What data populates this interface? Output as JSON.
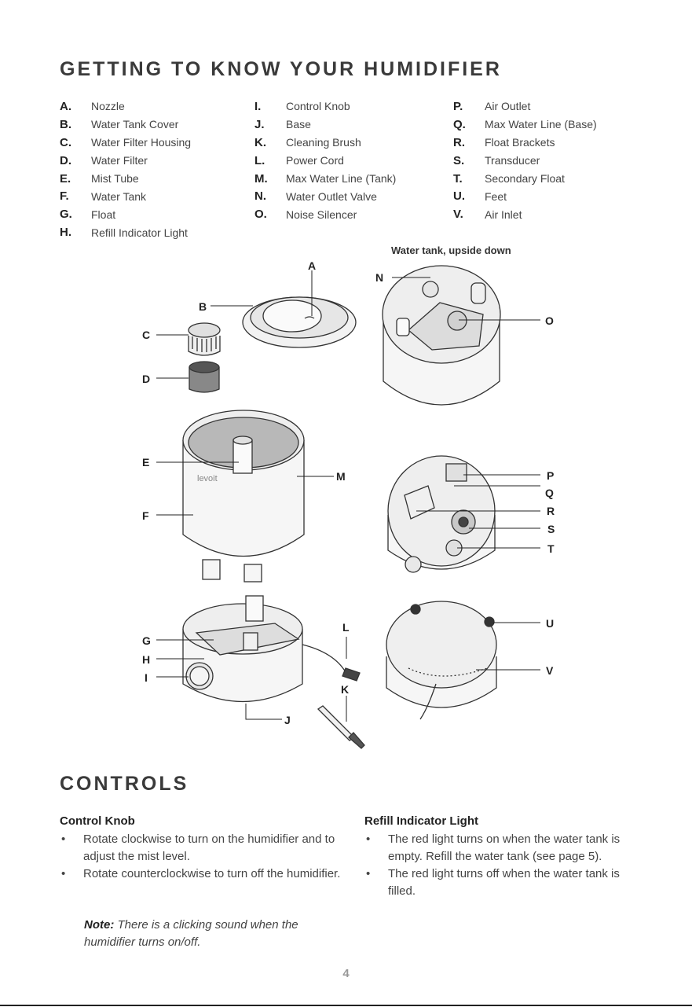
{
  "section_title": "GETTING TO KNOW YOUR HUMIDIFIER",
  "parts": {
    "col1": [
      {
        "letter": "A.",
        "name": "Nozzle"
      },
      {
        "letter": "B.",
        "name": "Water Tank Cover"
      },
      {
        "letter": "C.",
        "name": "Water Filter Housing"
      },
      {
        "letter": "D.",
        "name": "Water Filter"
      },
      {
        "letter": "E.",
        "name": "Mist Tube"
      },
      {
        "letter": "F.",
        "name": "Water Tank"
      },
      {
        "letter": "G.",
        "name": "Float"
      },
      {
        "letter": "H.",
        "name": "Refill Indicator Light"
      }
    ],
    "col2": [
      {
        "letter": "I.",
        "name": "Control Knob"
      },
      {
        "letter": "J.",
        "name": "Base"
      },
      {
        "letter": "K.",
        "name": "Cleaning Brush"
      },
      {
        "letter": "L.",
        "name": "Power Cord"
      },
      {
        "letter": "M.",
        "name": "Max Water Line (Tank)"
      },
      {
        "letter": "N.",
        "name": "Water Outlet Valve"
      },
      {
        "letter": "O.",
        "name": "Noise Silencer"
      }
    ],
    "col3": [
      {
        "letter": "P.",
        "name": "Air Outlet"
      },
      {
        "letter": "Q.",
        "name": "Max Water Line (Base)"
      },
      {
        "letter": "R.",
        "name": "Float Brackets"
      },
      {
        "letter": "S.",
        "name": "Transducer"
      },
      {
        "letter": "T.",
        "name": "Secondary Float"
      },
      {
        "letter": "U.",
        "name": "Feet"
      },
      {
        "letter": "V.",
        "name": "Air Inlet"
      }
    ]
  },
  "diagram": {
    "caption": "Water tank, upside down",
    "brand": "levoit",
    "callouts": [
      "A",
      "B",
      "C",
      "D",
      "E",
      "F",
      "G",
      "H",
      "I",
      "J",
      "K",
      "L",
      "M",
      "N",
      "O",
      "P",
      "Q",
      "R",
      "S",
      "T",
      "U",
      "V"
    ]
  },
  "controls": {
    "title": "CONTROLS",
    "knob": {
      "heading": "Control Knob",
      "items": [
        "Rotate clockwise to turn on the humidifier and to adjust the mist level.",
        "Rotate counterclockwise to turn off the humidifier."
      ],
      "note_label": "Note:",
      "note_text": "There is a clicking sound when the humidifier turns on/off."
    },
    "refill": {
      "heading": "Refill Indicator Light",
      "items": [
        "The red light turns on when the water tank is empty. Refill the water tank (see page 5).",
        "The red light turns off when the water tank is filled."
      ]
    }
  },
  "page_number": "4"
}
